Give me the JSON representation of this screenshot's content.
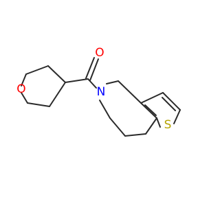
{
  "molecule": {
    "atoms": {
      "carbonyl_oxygen": {
        "symbol": "O",
        "color": "#ff0000"
      },
      "pyran_oxygen": {
        "symbol": "O",
        "color": "#ff0000"
      },
      "azepine_nitrogen": {
        "symbol": "N",
        "color": "#0000ff"
      },
      "thiophene_sulfur": {
        "symbol": "S",
        "color": "#b5a300"
      }
    },
    "bond_color": "#2a2a2a"
  }
}
